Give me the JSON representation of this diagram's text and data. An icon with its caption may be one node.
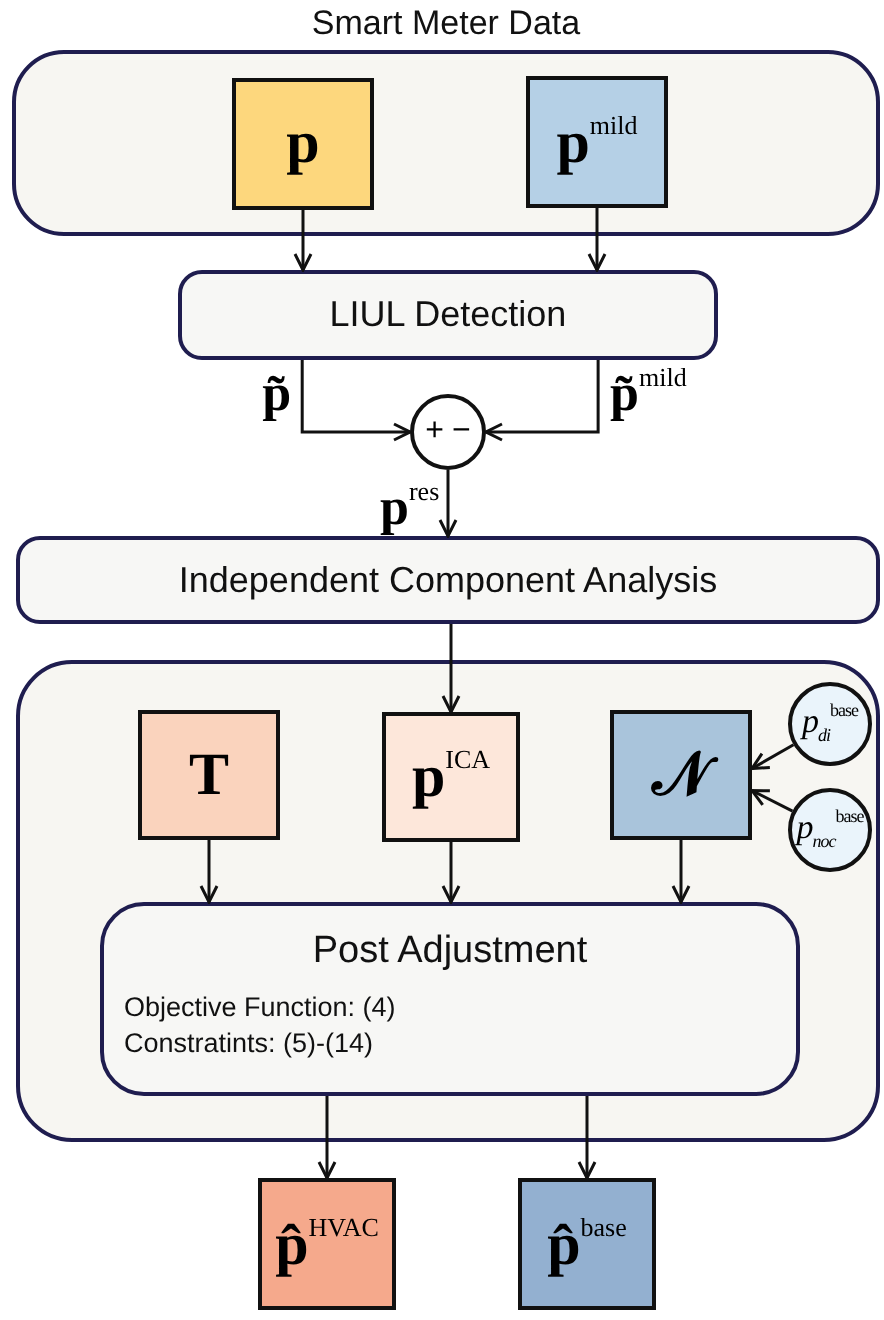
{
  "diagram": {
    "nodes": [
      {
        "text": [
          "Smart Meter Data"
        ]
      },
      {
        "text": [
          "p"
        ],
        "in": 0
      },
      {
        "text": [
          "p$^{mild}$"
        ],
        "in": 0
      },
      {
        "text": [
          "LIUL Detection"
        ]
      },
      {
        "text": [
          "+",
          "−"
        ]
      },
      {
        "text": [
          "Independent Component Analysis"
        ]
      },
      {
        "text": [],
        "shape": "box"
      },
      {
        "text": [
          "T"
        ],
        "in": 6
      },
      {
        "text": [
          "p$^{ICA}$"
        ],
        "in": 6
      },
      {
        "text": [
          "𝒩"
        ],
        "in": 6
      },
      {
        "text": [
          "p$_{di}$$^{base}$"
        ],
        "in": 6
      },
      {
        "text": [
          "p$_{noc}$$^{base}$"
        ],
        "in": 6
      },
      {
        "text": [
          "Post Adjustment",
          "Objective Function: (4)",
          "Constratints: (5)-(14)"
        ],
        "in": 6
      },
      {
        "text": [
          "p̂$^{HVAC}$"
        ]
      },
      {
        "text": [
          "p̂$^{base}$"
        ]
      }
    ],
    "edges": [
      {
        "from": 1,
        "to": 3,
        "arrow": "to"
      },
      {
        "from": 2,
        "to": 3,
        "arrow": "to"
      },
      {
        "from": 3,
        "to": 4,
        "arrow": "to",
        "label": "p̃"
      },
      {
        "from": 3,
        "to": 4,
        "arrow": "to",
        "label": "p̃$^{mild}$"
      },
      {
        "from": 4,
        "to": 5,
        "arrow": "to",
        "label": "p$^{res}$"
      },
      {
        "from": 5,
        "to": 8,
        "arrow": "to"
      },
      {
        "from": 10,
        "to": 9,
        "arrow": "to"
      },
      {
        "from": 11,
        "to": 9,
        "arrow": "to"
      },
      {
        "from": 7,
        "to": 12,
        "arrow": "to"
      },
      {
        "from": 8,
        "to": 12,
        "arrow": "to"
      },
      {
        "from": 9,
        "to": 12,
        "arrow": "to"
      },
      {
        "from": 12,
        "to": 13,
        "arrow": "to"
      },
      {
        "from": 12,
        "to": 14,
        "arrow": "to"
      }
    ]
  }
}
